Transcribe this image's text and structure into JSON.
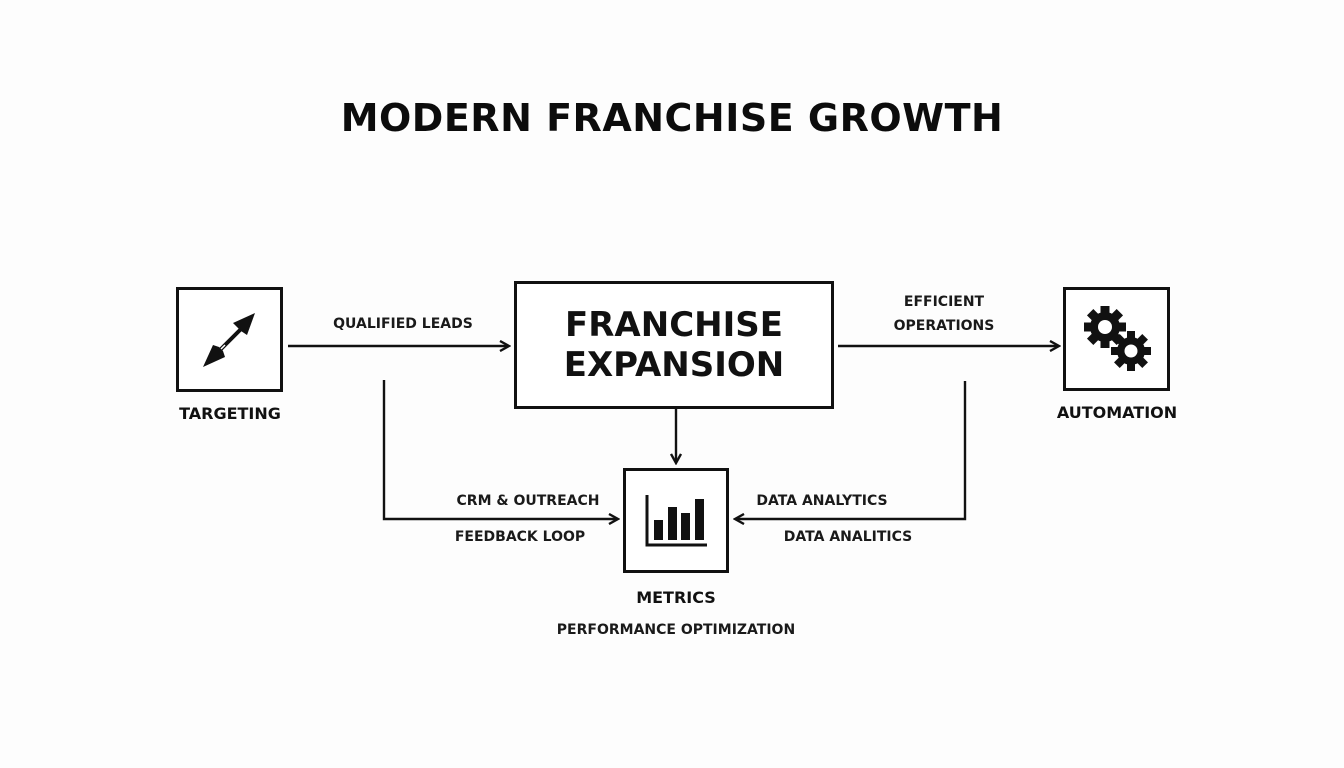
{
  "title": "MODERN FRANCHISE GROWTH",
  "colors": {
    "background": "#fdfdfd",
    "stroke": "#111111",
    "text": "#111111"
  },
  "nodes": {
    "targeting": {
      "label": "TARGETING",
      "icon": "target-arrow-icon"
    },
    "center": {
      "line1": "FRANCHISE",
      "line2": "EXPANSION"
    },
    "automation": {
      "label": "AUTOMATION",
      "icon": "gears-icon"
    },
    "metrics": {
      "label": "METRICS",
      "sublabel": "PERFORMANCE OPTIMIZATION",
      "icon": "bar-chart-icon"
    }
  },
  "edges": {
    "targeting_to_center": {
      "label": "QUALIFIED LEADS"
    },
    "center_to_automation": {
      "line1": "EFFICIENT",
      "line2": "OPERATIONS"
    },
    "targeting_to_metrics": {
      "label_above": "CRM & OUTREACH",
      "label_below": "FEEDBACK LOOP"
    },
    "automation_to_metrics": {
      "label_above": "DATA ANALYTICS",
      "label_below": "DATA ANALITICS"
    },
    "center_to_metrics": {
      "label": ""
    }
  }
}
